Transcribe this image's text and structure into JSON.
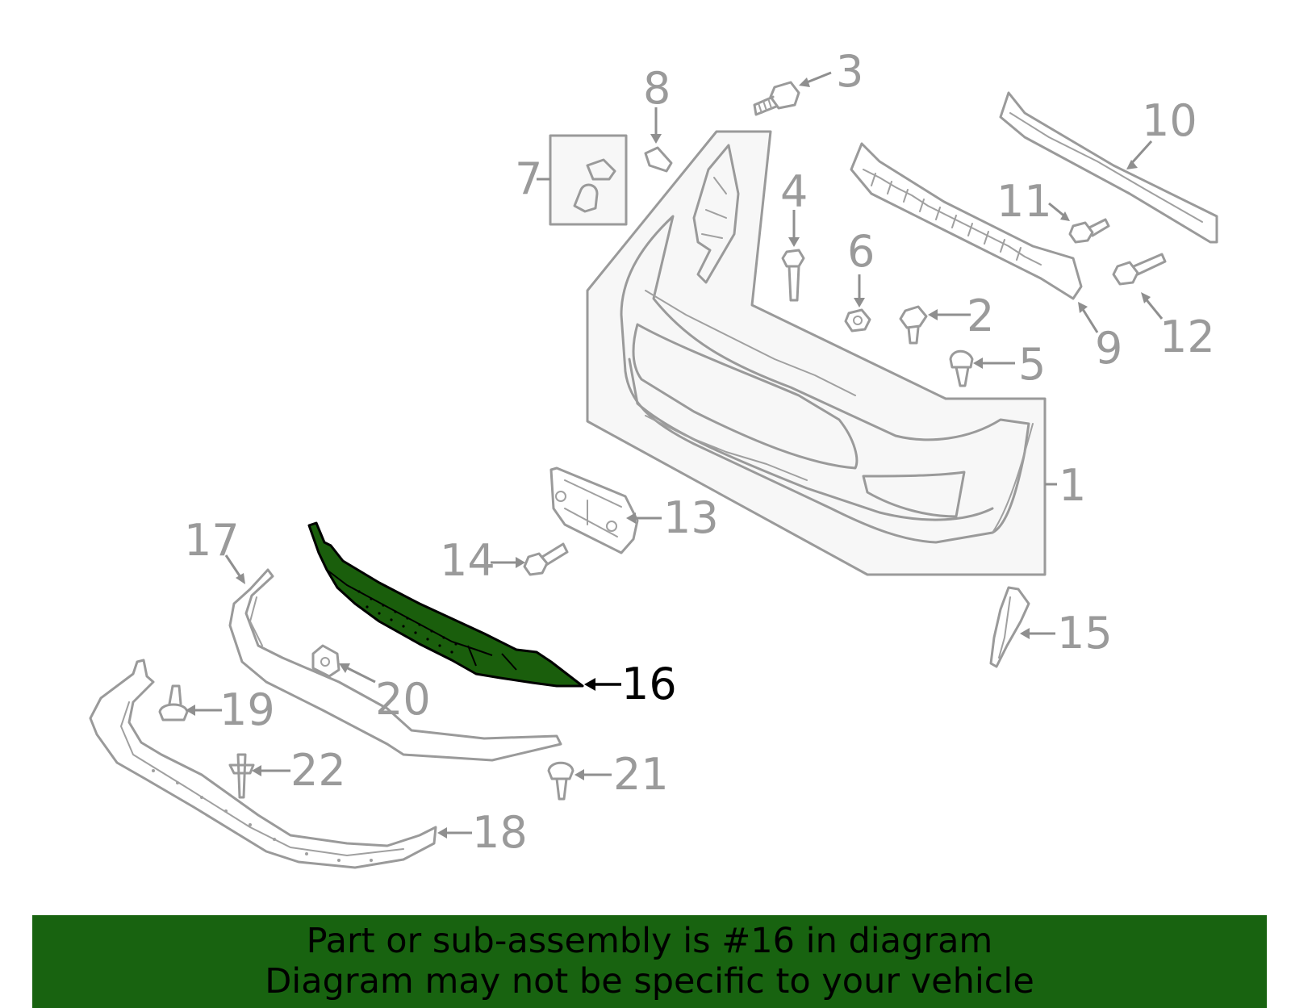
{
  "diagram": {
    "highlight_color": "#1a5e0c",
    "callouts": {
      "c1": "1",
      "c2": "2",
      "c3": "3",
      "c4": "4",
      "c5": "5",
      "c6": "6",
      "c7": "7",
      "c8": "8",
      "c9": "9",
      "c10": "10",
      "c11": "11",
      "c12": "12",
      "c13": "13",
      "c14": "14",
      "c15": "15",
      "c16": "16",
      "c17": "17",
      "c18": "18",
      "c19": "19",
      "c20": "20",
      "c21": "21",
      "c22": "22"
    },
    "highlighted_part": "16"
  },
  "banner": {
    "background": "#186310",
    "line1": "Part or sub-assembly is #16 in diagram",
    "line2": "Diagram may not be specific to your vehicle"
  }
}
